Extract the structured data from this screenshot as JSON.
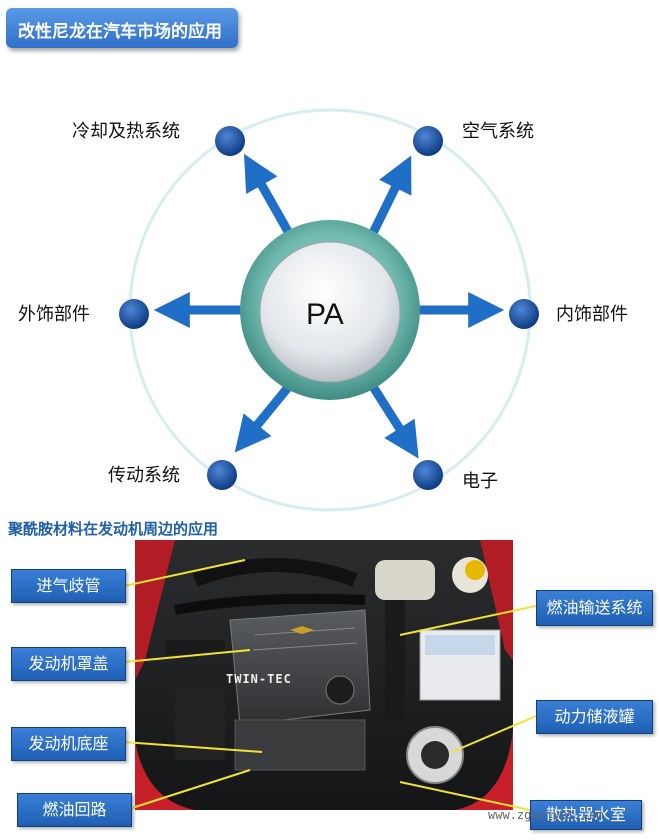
{
  "header": {
    "title": "改性尼龙在汽车市场的应用"
  },
  "diagram": {
    "center_label": "PA",
    "nodes": {
      "top_left": "冷却及热系统",
      "top_right": "空气系统",
      "left": "外饰部件",
      "right": "内饰部件",
      "bottom_left": "传动系统",
      "bottom_right": "电子"
    }
  },
  "engine_section": {
    "title": "聚酰胺材料在发动机周边的应用",
    "callouts": {
      "intake_manifold": "进气歧管",
      "engine_cover": "发动机罩盖",
      "engine_mount": "发动机底座",
      "fuel_return": "燃油回路",
      "fuel_delivery": "燃油输送系统",
      "power_reservoir": "动力储液罐",
      "radiator_tank": "散热器水室"
    },
    "engine_badge": "TWIN-TEC"
  },
  "watermark": "www.zgxzjypt.com",
  "colors": {
    "arrow": "#1f6fc6",
    "node": "#1c4f9c",
    "callout": "#2a6fc8"
  }
}
